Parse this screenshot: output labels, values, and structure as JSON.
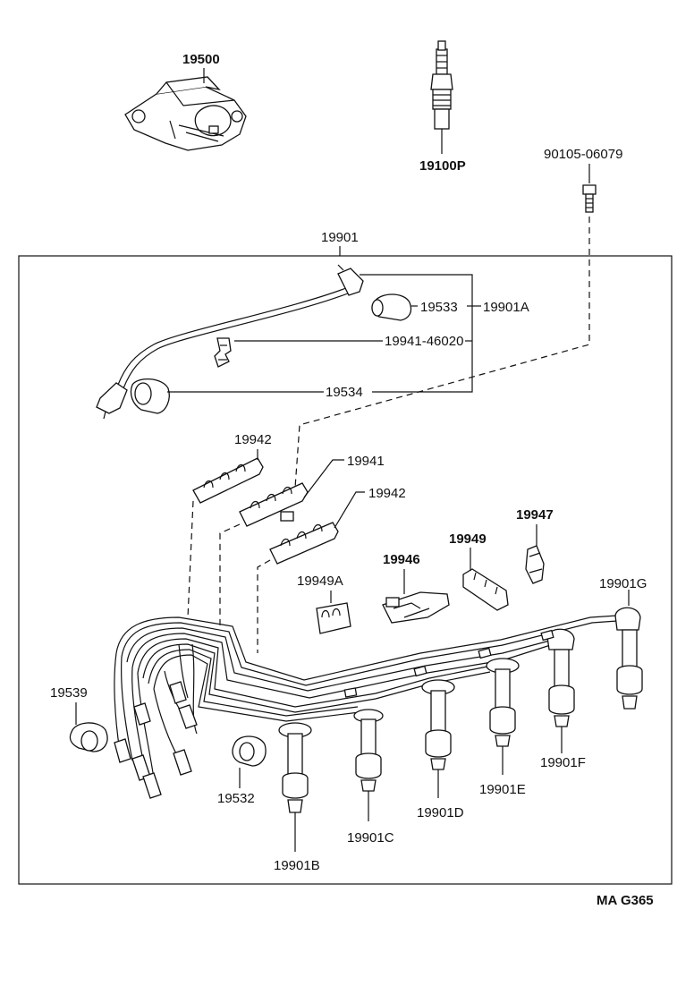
{
  "labels": {
    "coil": "19500",
    "plug": "19100P",
    "bolt": "90105-06079",
    "cord_set": "19901",
    "boot_a": "19533",
    "cord_a": "19901A",
    "clamp_a": "19941-46020",
    "boot_b": "19534",
    "clamp_1": "19942",
    "clamp_2": "19941",
    "clamp_3": "19942",
    "holder_47": "19947",
    "holder_49": "19949",
    "holder_46": "19946",
    "holder_49a": "19949A",
    "cord_g": "19901G",
    "boot_539": "19539",
    "boot_532": "19532",
    "cord_f": "19901F",
    "cord_e": "19901E",
    "cord_d": "19901D",
    "cord_c": "19901C",
    "cord_b": "19901B"
  },
  "footer": {
    "code": "MA G365"
  }
}
